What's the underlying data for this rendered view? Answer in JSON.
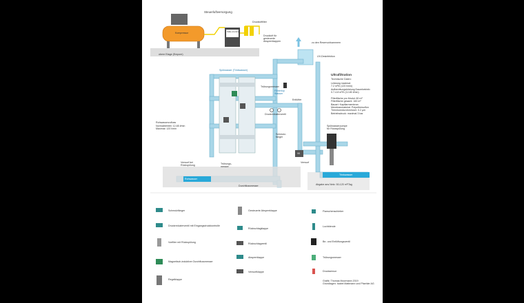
{
  "labels": {
    "control_air": "Steuerluftversorgung",
    "compressed_air_filter": "Druckluftfilter",
    "compressor": "Kompressor",
    "dryer": "Kälte-trockner",
    "compressed_air_for": "Druckluft für",
    "compressed_air_for2": "gesteuerte",
    "compressed_air_for3": "Absperrklappen",
    "upper_floor": "obere Etage (Empore)",
    "to_reservoir": "zu den Reservoirkammern",
    "uv": "UV-Desinfektion",
    "rinse_water": "Spülwasser (Trinkwasser)",
    "turbidity_meter": "Trübungsmesser",
    "filtrate_water1": "Filtrierlop",
    "filtrate_water2": "Wasser",
    "vent_valve": "Entlüfter",
    "pressure_reducer": "Druckreduzierventil",
    "raw_water_inlet": "Rohwasserzufluss",
    "normal_op": "Normalbetrieb: 12-65 l/min",
    "max_op": "Maximal: 120 l/min",
    "strainer1": "Schmutz-",
    "strainer2": "fänger",
    "discard1": "Verwurf bei",
    "discard2": "Rückspülung",
    "turbidity_meter2a": "Trübungs-",
    "turbidity_meter2b": "messer",
    "discard": "Verwurf",
    "backwash_pump1": "Spülwasserpumpe",
    "backwash_pump2": "für Rückspülung",
    "raw_water": "Rohwasser",
    "filtrate_bar": "Trinkwasser",
    "flow_meter": "Durchflussmesser",
    "output": "Abgabe ans Netz: 50-120 m³/Tag",
    "uf_title": "Ultrafiltration",
    "uf_subtitle": "Technische Daten:",
    "uf_lines": [
      "Leistung maximal:",
      "7.2 m³/h (120 l/min)",
      "Aufbereitungsleistung Dauerbetrieb:",
      "0.7-4.8 m³/h (12-80 l/min)",
      "",
      "Filterfläche pro Modul: 80 m²",
      "Filterfläche gesamt: 160 m²",
      "Bauart: Kapillarmembran",
      "Membranmaterial: Polyethersulfon",
      "Trennkorndurchmesser: 0.2 µm",
      "Betriebsdruck: maximal 3 bar"
    ],
    "vk": "VK"
  },
  "legend": [
    {
      "name": "strainer-icon",
      "label": "Schmutzfänger"
    },
    {
      "name": "pressure-reducer-icon",
      "label": "Druckreduzierventil mit Eingangsdruckkontrolle"
    },
    {
      "name": "prefilter-icon",
      "label": "Vorfilter mit Rückspülung"
    },
    {
      "name": "magnetic-flowmeter-icon",
      "label": "Magnetisch-induktiver Durchflussmesser"
    },
    {
      "name": "control-valve-icon",
      "label": "Regelklappe"
    },
    {
      "name": "controlled-valve-icon",
      "label": "Gesteuerte Absperrklappe"
    },
    {
      "name": "check-valve-icon",
      "label": "Rückschlagklappe"
    },
    {
      "name": "check-valve2-icon",
      "label": "Rückschlagventil"
    },
    {
      "name": "shutoff-valve-icon",
      "label": "Absperrklappe"
    },
    {
      "name": "discard-valve-icon",
      "label": "Verwurfklappe"
    },
    {
      "name": "flange-valve-icon",
      "label": "Flanschenschieber"
    },
    {
      "name": "orifice-icon",
      "label": "Lochblende"
    },
    {
      "name": "vent-icon",
      "label": "Be- und Entlüftungsventil"
    },
    {
      "name": "turbidity-icon",
      "label": "Trübungsmesser"
    },
    {
      "name": "pressure-sensor-icon",
      "label": "Drucksensor"
    }
  ],
  "credits": [
    "Grafik: Thomas Moormann 2019",
    "Grundlagen: Isabel Mattmann und Pfaehler AG"
  ],
  "colors": {
    "pipe": "#a9d6e8",
    "pipe_stroke": "#6fb2cf",
    "compressor": "#f39a2b",
    "floor": "#dedede",
    "water": "#29a9d9"
  }
}
